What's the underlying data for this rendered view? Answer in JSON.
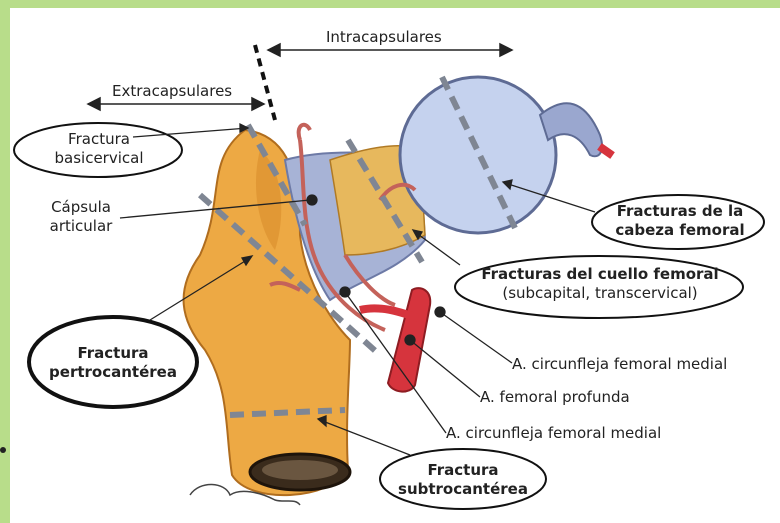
{
  "zones": {
    "intra": "Intracapsulares",
    "extra": "Extracapsulares"
  },
  "labels": {
    "basicervical": [
      "Fractura",
      "basicervical"
    ],
    "capsula": [
      "Cápsula",
      "articular"
    ],
    "pertro": [
      "Fractura",
      "pertrocantérea"
    ],
    "cabeza": [
      "Fracturas de la",
      "cabeza femoral"
    ],
    "cuello": [
      "Fracturas del cuello femoral",
      "(subcapital, transcervical)"
    ],
    "art1": "A. circunfleja femoral medial",
    "art2": "A.  femoral profunda",
    "art3": "A. circunfleja femoral medial",
    "subtro": [
      "Fractura",
      "subtrocantérea"
    ]
  },
  "colors": {
    "background": "#b8dd8a",
    "bone": "#eda944",
    "capsule": "#a7b3d6",
    "head": "#c5d2ee",
    "artery": "#d6343d",
    "dashed": "#7f8693"
  }
}
